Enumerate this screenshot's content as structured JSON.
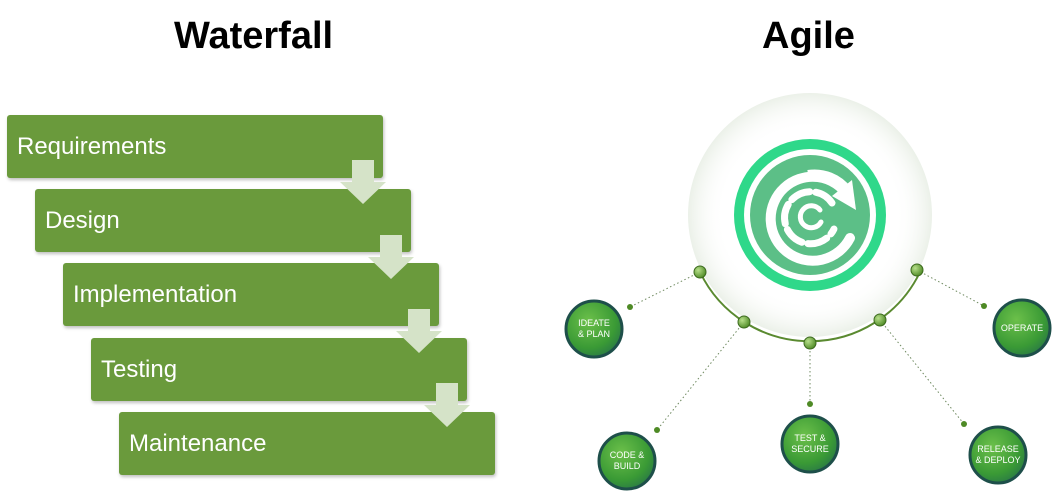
{
  "waterfall": {
    "title": "Waterfall",
    "steps": [
      "Requirements",
      "Design",
      "Implementation",
      "Testing",
      "Maintenance"
    ]
  },
  "agile": {
    "title": "Agile",
    "stages": [
      {
        "line1": "IDEATE",
        "line2": "& PLAN"
      },
      {
        "line1": "CODE &",
        "line2": "BUILD"
      },
      {
        "line1": "TEST &",
        "line2": "SECURE"
      },
      {
        "line1": "RELEASE",
        "line2": "& DEPLOY"
      },
      {
        "line1": "OPERATE",
        "line2": ""
      }
    ]
  },
  "colors": {
    "step_fill": "#6a9a3c",
    "arrow_fill": "#d5e3c8",
    "ring_outer": "#2fd88a",
    "ring_inner": "#5cbf87",
    "bead": "#6aa63a",
    "node_fill": "#3a9a35",
    "node_rim": "#1e4f4a"
  },
  "icons": {
    "center": "refresh-cycle-icon"
  }
}
